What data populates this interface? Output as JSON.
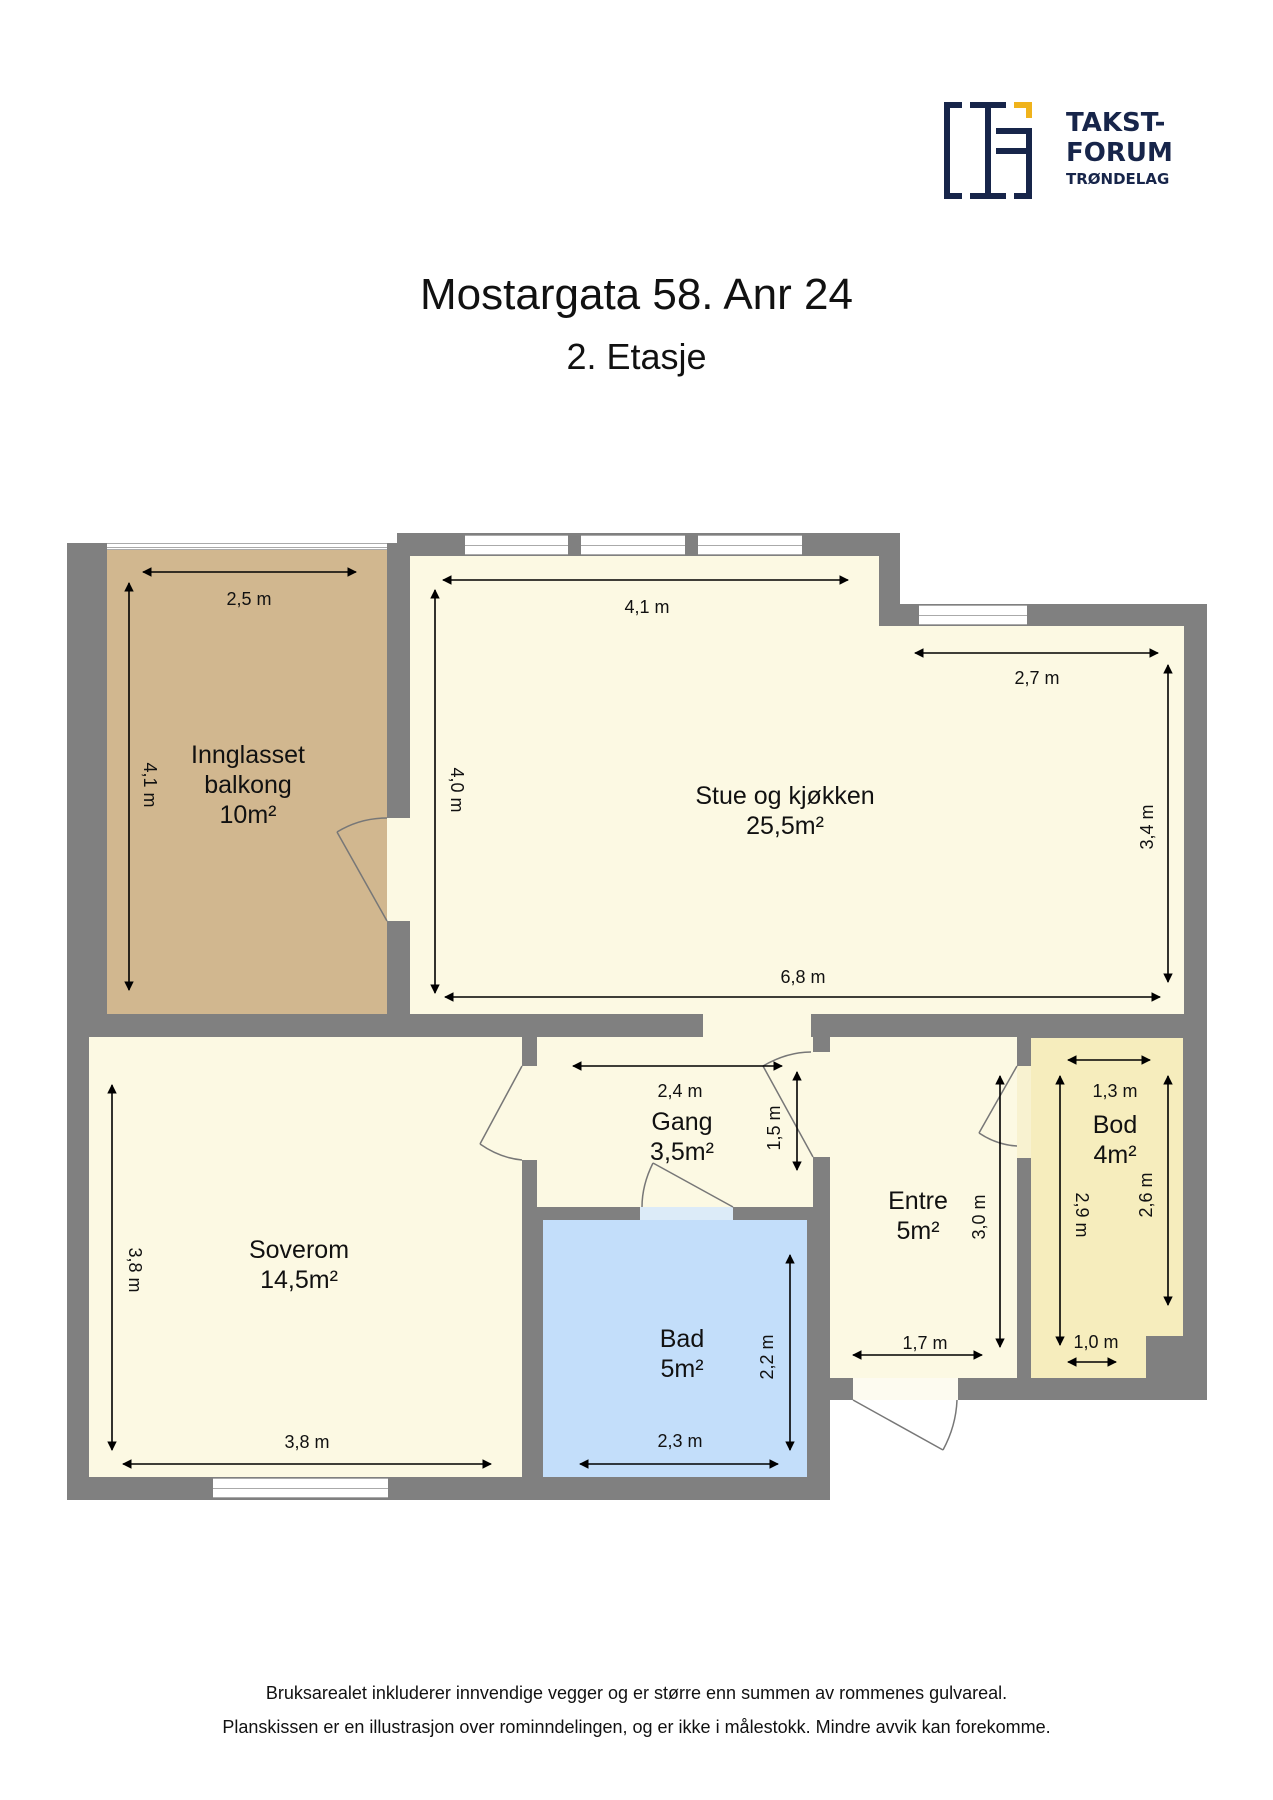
{
  "header": {
    "logo": {
      "line1": "TAKST-",
      "line2": "FORUM",
      "line3": "TRØNDELAG",
      "primary_color": "#17254a",
      "accent_color": "#f0b31c"
    },
    "title": "Mostargata 58. Anr 24",
    "subtitle": "2. Etasje"
  },
  "floorplan": {
    "colors": {
      "wall": "#808080",
      "default_floor": "#fcf9e3",
      "balcony_floor": "#d1b78f",
      "bath_floor": "#c3defa",
      "storage_floor": "#f6edbd"
    },
    "rooms": [
      {
        "name": "Innglasset balkong",
        "line1": "Innglasset",
        "line2": "balkong",
        "area": "10m²",
        "dims": [
          "2,5 m",
          "4,1 m"
        ]
      },
      {
        "name": "Stue og kjøkken",
        "area": "25,5m²",
        "dims": [
          "4,1 m",
          "2,7 m",
          "4,0 m",
          "3,4 m",
          "6,8 m"
        ]
      },
      {
        "name": "Gang",
        "area": "3,5m²",
        "dims": [
          "2,4 m",
          "1,5 m"
        ]
      },
      {
        "name": "Soverom",
        "area": "14,5m²",
        "dims": [
          "3,8 m",
          "3,8 m"
        ]
      },
      {
        "name": "Bad",
        "area": "5m²",
        "dims": [
          "2,2 m",
          "2,3 m"
        ]
      },
      {
        "name": "Entre",
        "area": "5m²",
        "dims": [
          "3,0 m",
          "1,7 m"
        ]
      },
      {
        "name": "Bod",
        "area": "4m²",
        "dims": [
          "1,3 m",
          "2,9 m",
          "2,6 m",
          "1,0 m"
        ]
      }
    ]
  },
  "footer": {
    "line1": "Bruksarealet inkluderer innvendige vegger og er større enn summen av rommenes gulvareal.",
    "line2": "Planskissen er en illustrasjon over rominndelingen, og er ikke i målestokk. Mindre avvik kan forekomme."
  }
}
